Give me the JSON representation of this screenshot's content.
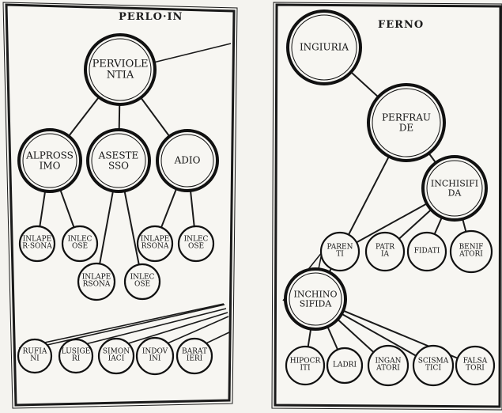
{
  "panels": [
    {
      "title": "PERLO·IN",
      "nodes": [
        {
          "id": "perviolentia",
          "label": "PERVIOLE\nNTIA"
        },
        {
          "id": "alprossimo",
          "label": "ALPROSS\nIMO"
        },
        {
          "id": "asestesso",
          "label": "ASESTE\nSSO"
        },
        {
          "id": "adio",
          "label": "ADIO"
        },
        {
          "id": "inlapersona-1",
          "label": "INLAPE\nR·SONA"
        },
        {
          "id": "inlecose-1",
          "label": "INLEC\nOSE"
        },
        {
          "id": "inlapersona-2",
          "label": "INLAPE\nRSONA"
        },
        {
          "id": "inlecose-2",
          "label": "INLEC\nOSE"
        },
        {
          "id": "inlapersona-3",
          "label": "INLAPE\nRSONA"
        },
        {
          "id": "inlecose-3",
          "label": "INLEC\nOSE"
        },
        {
          "id": "rufiani",
          "label": "RUFIA\nNI"
        },
        {
          "id": "lusigeri",
          "label": "LUSIGE\nRI"
        },
        {
          "id": "simoniaci",
          "label": "SIMON\nIACI"
        },
        {
          "id": "indovini",
          "label": "INDOV\nINI"
        },
        {
          "id": "baratieri",
          "label": "BARAT\nIERI"
        }
      ],
      "edges": [
        [
          "perviolentia",
          "alprossimo"
        ],
        [
          "perviolentia",
          "asestesso"
        ],
        [
          "perviolentia",
          "adio"
        ],
        [
          "alprossimo",
          "inlapersona-1"
        ],
        [
          "alprossimo",
          "inlecose-1"
        ],
        [
          "asestesso",
          "inlapersona-2"
        ],
        [
          "asestesso",
          "inlecose-2"
        ],
        [
          "adio",
          "inlapersona-3"
        ],
        [
          "adio",
          "inlecose-3"
        ]
      ]
    },
    {
      "title": "FERNO",
      "nodes": [
        {
          "id": "ingiuria",
          "label": "INGIURIA"
        },
        {
          "id": "perfraude",
          "label": "PERFRAU\nDE"
        },
        {
          "id": "inchisifida-1",
          "label": "INCHISIFI\nDA"
        },
        {
          "id": "parenti",
          "label": "PAREN\nTI"
        },
        {
          "id": "patria",
          "label": "PATR\nIA"
        },
        {
          "id": "fidati",
          "label": "FIDATI"
        },
        {
          "id": "benifatori",
          "label": "BENIF\nATORI"
        },
        {
          "id": "inchinosifida",
          "label": "INCHINO\nSIFIDA"
        },
        {
          "id": "hipocriti",
          "label": "HIPOCR\nITI"
        },
        {
          "id": "ladri",
          "label": "LADRI"
        },
        {
          "id": "ingannatori",
          "label": "INGAN\nATORI"
        },
        {
          "id": "scismatici",
          "label": "SCISMA\nTICI"
        },
        {
          "id": "falsatori",
          "label": "FALSA\nTORI"
        }
      ],
      "edges": [
        [
          "ingiuria",
          "perfraude"
        ],
        [
          "perfraude",
          "inchisifida-1"
        ],
        [
          "perfraude",
          "inchinosifida"
        ],
        [
          "inchisifida-1",
          "parenti"
        ],
        [
          "inchisifida-1",
          "patria"
        ],
        [
          "inchisifida-1",
          "fidati"
        ],
        [
          "inchisifida-1",
          "benifatori"
        ],
        [
          "inchinosifida",
          "hipocriti"
        ],
        [
          "inchinosifida",
          "ladri"
        ],
        [
          "inchinosifida",
          "ingannatori"
        ],
        [
          "inchinosifida",
          "scismatici"
        ],
        [
          "inchinosifida",
          "falsatori"
        ]
      ]
    }
  ]
}
